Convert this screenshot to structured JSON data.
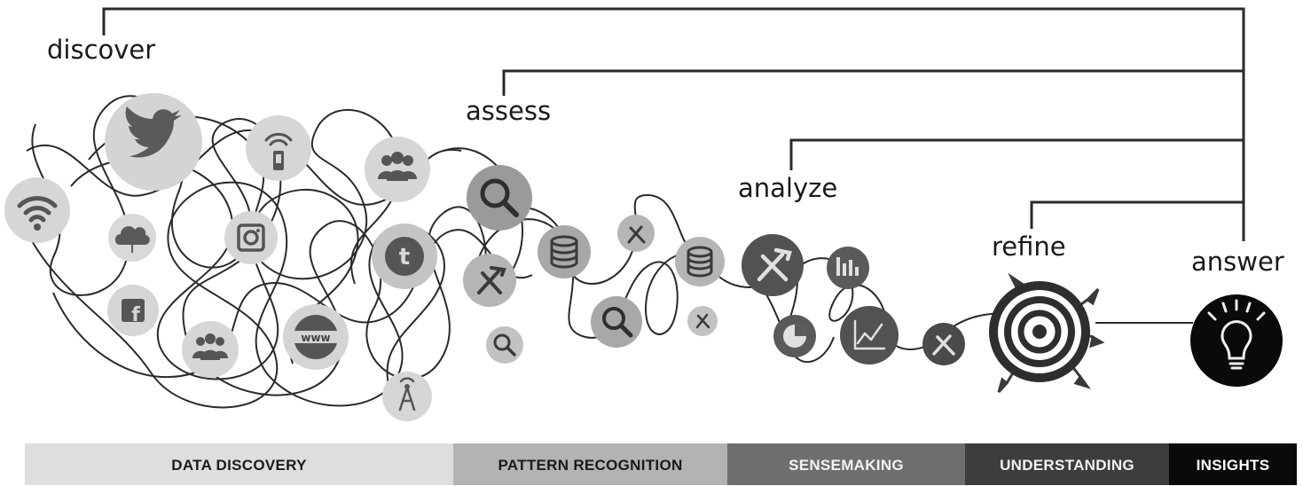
{
  "stages": {
    "discover": "discover",
    "assess": "assess",
    "analyze": "analyze",
    "refine": "refine",
    "answer": "answer"
  },
  "icons": {
    "wifi": "wifi-icon",
    "twitter": "twitter-bird-icon",
    "mobile_signal": "mobile-signal-icon",
    "people": "people-group-icon",
    "cloud": "cloud-icon",
    "instagram": "instagram-camera-icon",
    "tumblr": "tumblr-icon",
    "tumblr_letter": "t",
    "facebook": "facebook-icon",
    "facebook_letter": "f",
    "www": "www-globe-icon",
    "www_text": "www",
    "antenna": "antenna-tower-icon",
    "search": "magnifier-icon",
    "tools": "hammer-pick-icon",
    "database": "database-icon",
    "bar_chart": "bar-chart-icon",
    "pie_chart": "pie-chart-icon",
    "line_chart": "line-chart-icon",
    "target": "target-with-darts-icon",
    "lightbulb": "lightbulb-icon"
  },
  "bands": [
    {
      "label": "DATA DISCOVERY",
      "bg": "#dedede",
      "color": "#1a1a1a"
    },
    {
      "label": "PATTERN RECOGNITION",
      "bg": "#b3b3b3",
      "color": "#1a1a1a"
    },
    {
      "label": "SENSEMAKING",
      "bg": "#6e6e6e",
      "color": "#f2f2f2"
    },
    {
      "label": "UNDERSTANDING",
      "bg": "#3d3d3d",
      "color": "#f2f2f2"
    },
    {
      "label": "INSIGHTS",
      "bg": "#0a0a0a",
      "color": "#ffffff"
    }
  ]
}
